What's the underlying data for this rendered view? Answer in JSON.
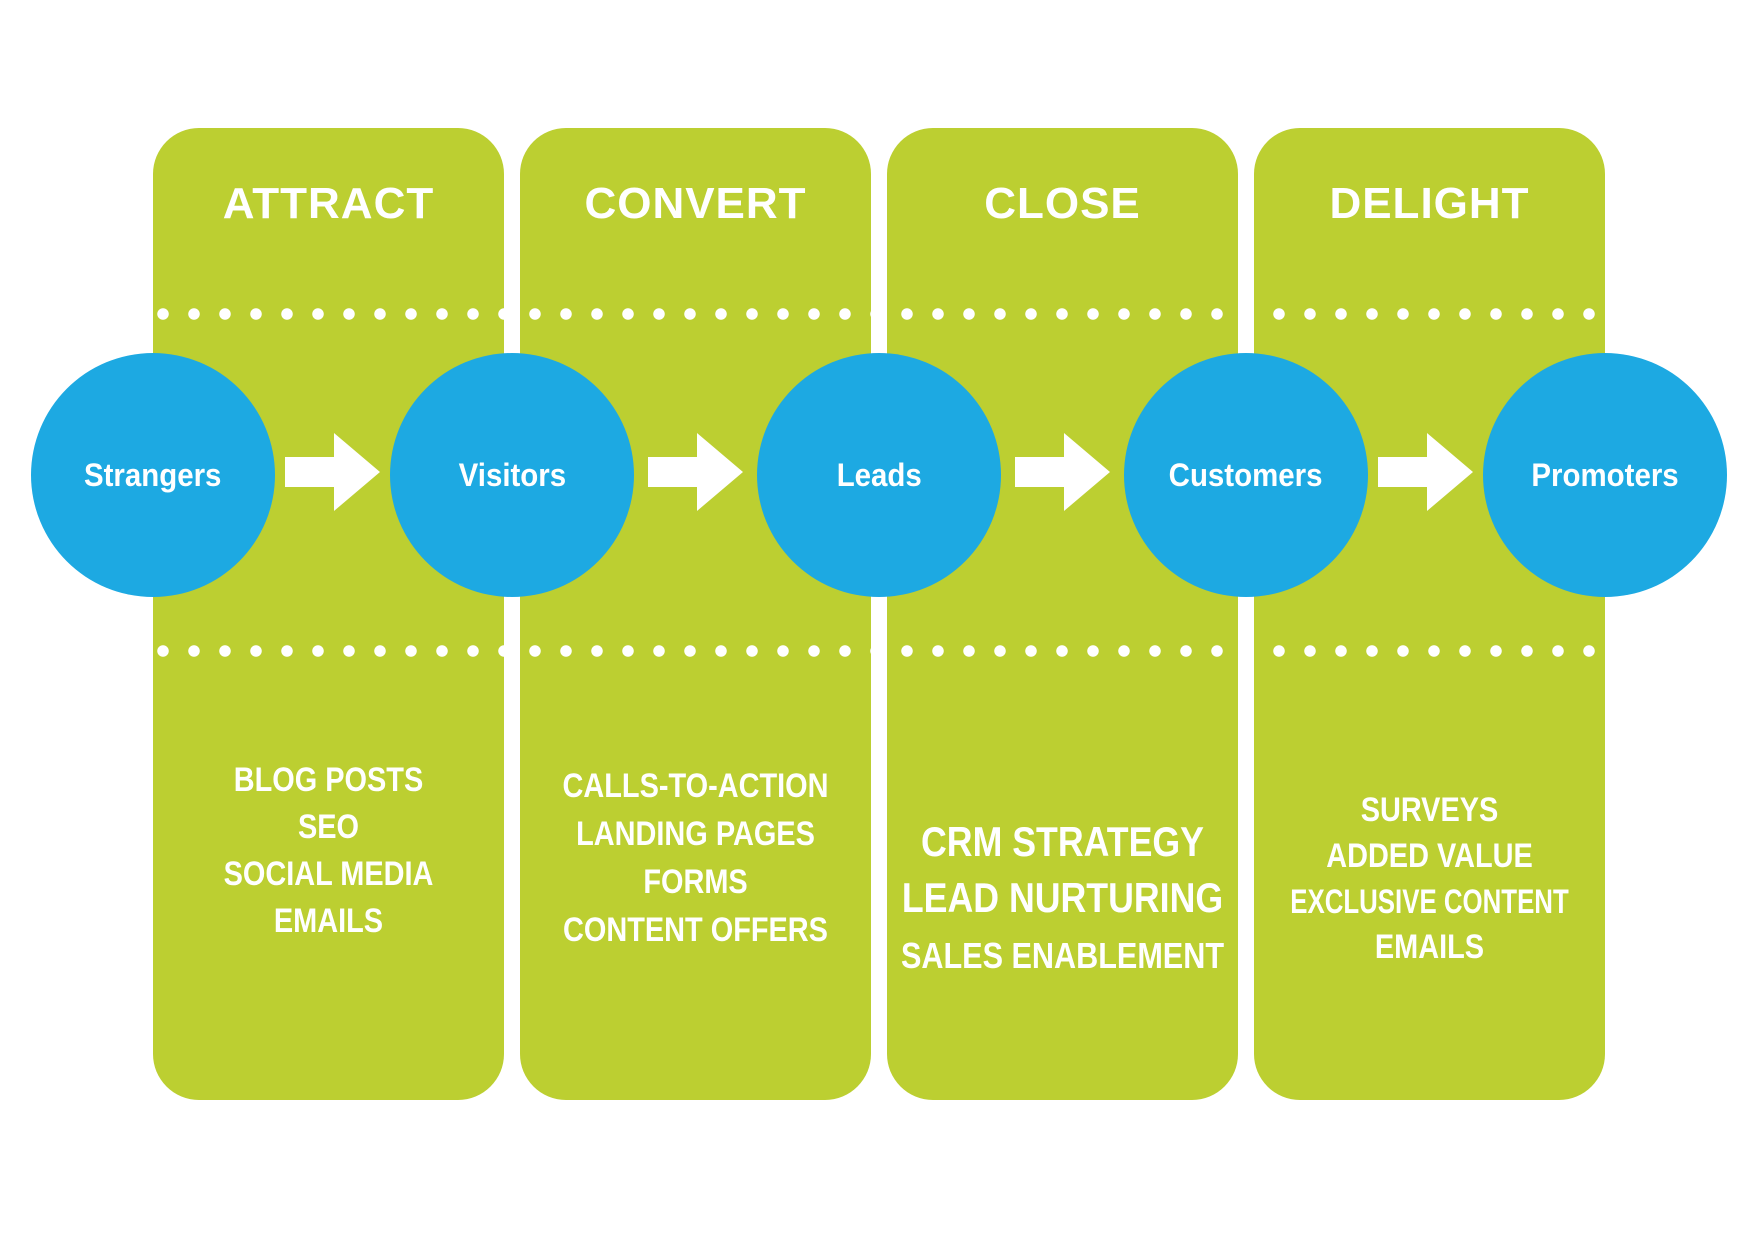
{
  "stages": [
    {
      "title": "ATTRACT",
      "tactics": [
        "BLOG POSTS",
        "SEO",
        "SOCIAL MEDIA",
        "EMAILS"
      ]
    },
    {
      "title": "CONVERT",
      "tactics": [
        "CALLS-TO-ACTION",
        "LANDING PAGES",
        "FORMS",
        "CONTENT OFFERS"
      ]
    },
    {
      "title": "CLOSE",
      "tactics": [
        "CRM STRATEGY",
        "LEAD NURTURING",
        "SALES ENABLEMENT"
      ]
    },
    {
      "title": "DELIGHT",
      "tactics": [
        "SURVEYS",
        "ADDED VALUE",
        "EXCLUSIVE CONTENT",
        "EMAILS"
      ]
    }
  ],
  "personas": [
    {
      "label": "Strangers"
    },
    {
      "label": "Visitors"
    },
    {
      "label": "Leads"
    },
    {
      "label": "Customers"
    },
    {
      "label": "Promoters"
    }
  ],
  "icons": {
    "flow_arrow": "arrow-right"
  },
  "colors": {
    "green": "#BCCF31",
    "blue": "#1DA9E2",
    "text": "#FFFFFF",
    "background": "#FFFFFF"
  }
}
